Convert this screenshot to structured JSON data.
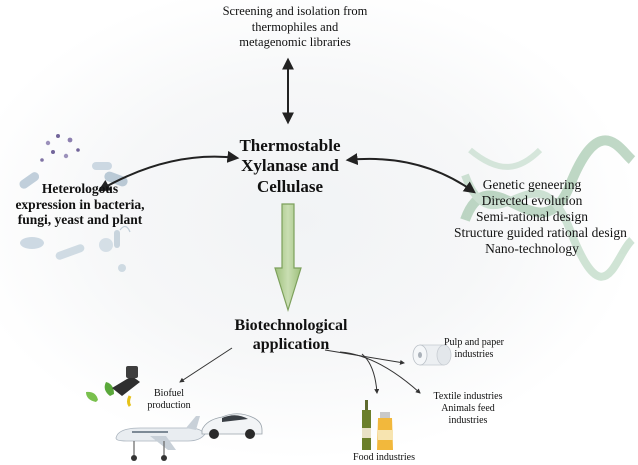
{
  "top_label": [
    "Screening and isolation from",
    "thermophiles and",
    "metagenomic libraries"
  ],
  "center_label": [
    "Thermostable",
    "Xylanase and",
    "Cellulase"
  ],
  "left_label": [
    "Heterologous",
    "expression in bacteria,",
    "fungi, yeast and plant"
  ],
  "right_label": [
    "Genetic geneering",
    "Directed evolution",
    "Semi-rational design",
    "Structure guided rational design",
    "Nano-technology"
  ],
  "application_label": [
    "Biotechnological",
    "application"
  ],
  "applications": {
    "pulp": [
      "Pulp and paper",
      "industries"
    ],
    "textile": [
      "Textile industries",
      "Animals feed",
      "industries"
    ],
    "food": "Food industries",
    "biofuel": [
      "Biofuel",
      "production"
    ]
  },
  "colors": {
    "arrow": "#222222",
    "big_arrow_fill": "#b3cf95",
    "big_arrow_stroke": "#7da05c",
    "dna": "#9fc3a9",
    "microbe": "#9fb4c4"
  },
  "icons": [
    "bacteria-icon",
    "dna-helix-icon",
    "paper-roll-icon",
    "beverage-bottles-icon",
    "fuel-nozzle-icon",
    "airplane-icon",
    "car-icon"
  ]
}
